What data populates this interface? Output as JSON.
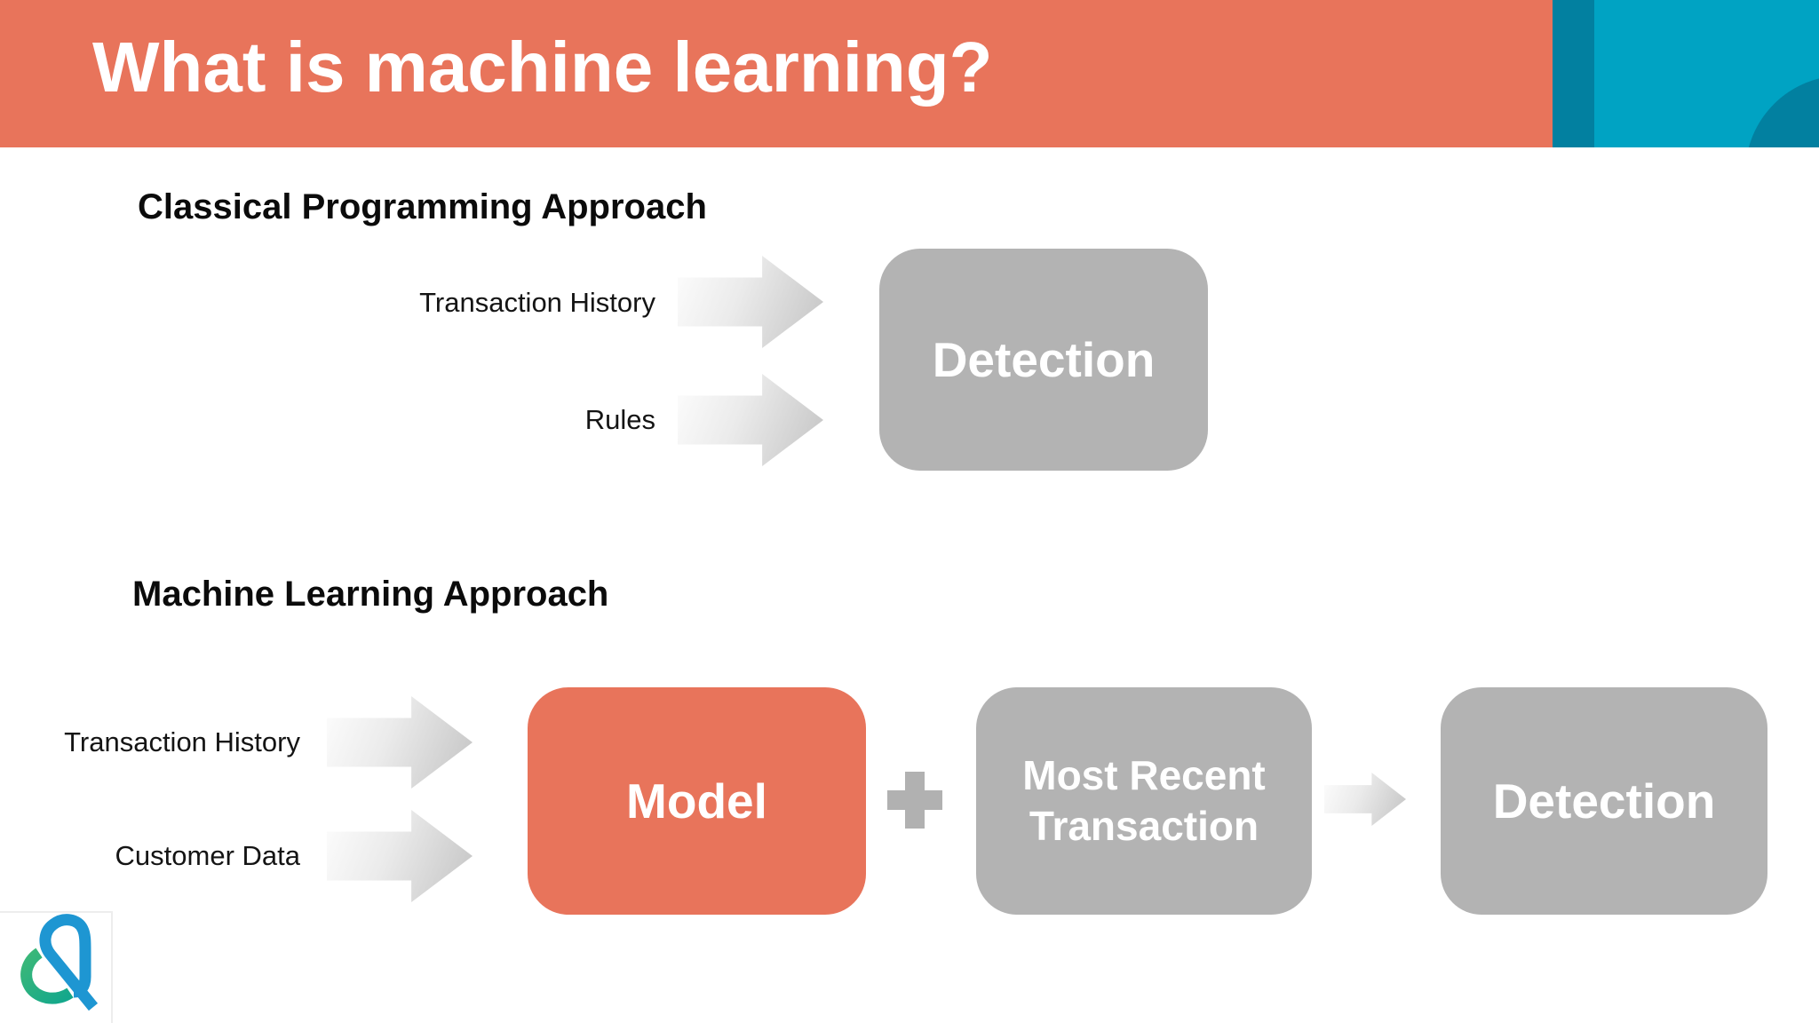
{
  "slide": {
    "title": "What is machine learning?"
  },
  "classical": {
    "heading": "Classical Programming Approach",
    "inputs": [
      "Transaction History",
      "Rules"
    ],
    "output_box": "Detection"
  },
  "ml": {
    "heading": "Machine Learning Approach",
    "inputs": [
      "Transaction History",
      "Customer Data"
    ],
    "model_box": "Model",
    "middle_box": [
      "Most Recent",
      "Transaction"
    ],
    "output_box": "Detection"
  },
  "colors": {
    "header_bar": "#E8745B",
    "accent_dark_teal": "#0280A0",
    "accent_light_teal": "#00A3C3",
    "box_gray": "#B3B3B3",
    "box_coral": "#E8745B",
    "plus_gray": "#B1B1B1",
    "arrow_gradient_start": "#FDFDFD",
    "arrow_gradient_end": "#C3C3C3",
    "logo_green": "#2DB487",
    "logo_blue": "#1E96D2",
    "box_text": "#FFFFFF",
    "body_text": "#141414"
  },
  "icons": {
    "arrow": "arrow-right-icon",
    "plus": "plus-icon",
    "logo": "brand-logo-icon"
  }
}
